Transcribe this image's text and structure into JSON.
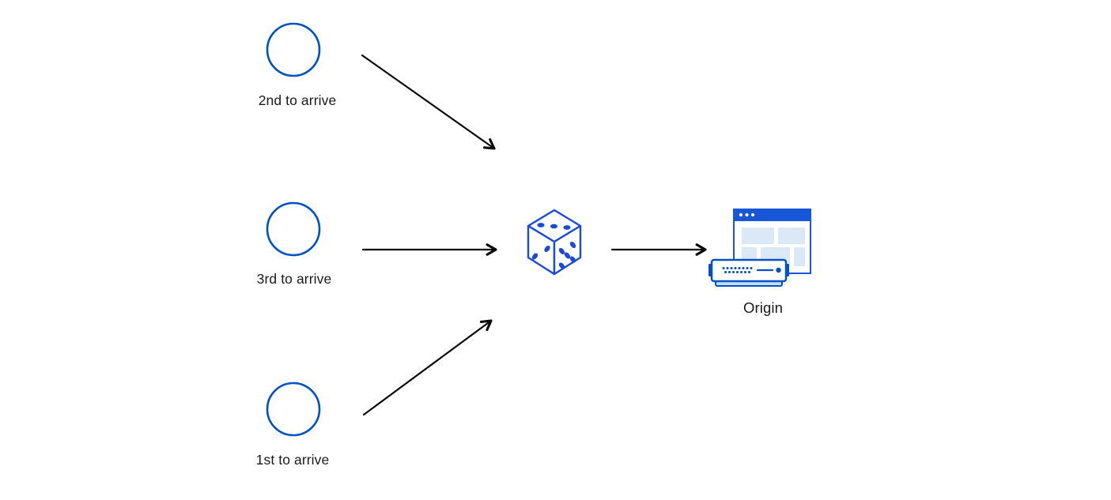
{
  "diagram": {
    "type": "flow",
    "description_semantics": "three-visitors-random-order-to-origin",
    "nodes": {
      "visitor_second": {
        "label": "2nd to arrive",
        "icon": "male-avatar-icon"
      },
      "visitor_third": {
        "label": "3rd to arrive",
        "icon": "male-avatar-icon"
      },
      "visitor_first": {
        "label": "1st to arrive",
        "icon": "female-avatar-icon"
      },
      "randomizer": {
        "label": "",
        "icon": "dice-icon"
      },
      "origin": {
        "label": "Origin",
        "icon": "origin-server-browser-icon"
      }
    },
    "edges": [
      {
        "from": "visitor_second",
        "to": "randomizer"
      },
      {
        "from": "visitor_third",
        "to": "randomizer"
      },
      {
        "from": "visitor_first",
        "to": "randomizer"
      },
      {
        "from": "randomizer",
        "to": "origin"
      }
    ],
    "colors": {
      "background": "#ffffff",
      "avatar_ring_blue": "#0051c3",
      "hair_dark_navy": "#003681",
      "shirt_blue": "#0b5bd7",
      "skin_light_blue": "#bde3f7",
      "dice_blue": "#1b49d8",
      "window_blue": "#1657d8",
      "panel_light_blue": "#dbe9f7",
      "server_lip_blue": "#bfe0f6",
      "arrow_black": "#0a0a0a",
      "label_text": "#1a1a1a"
    }
  }
}
